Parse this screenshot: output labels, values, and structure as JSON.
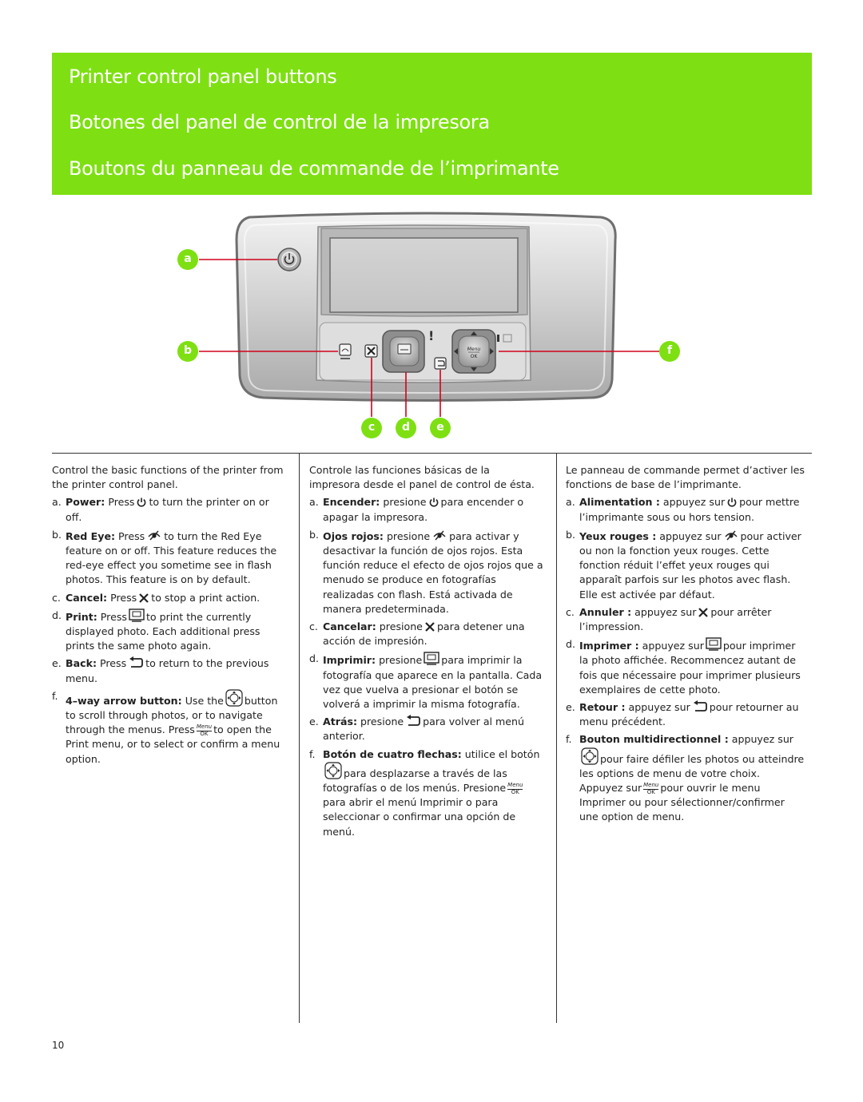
{
  "header": {
    "title_en": "Printer control panel buttons",
    "title_es": "Botones del panel de control de la impresora",
    "title_fr": "Boutons du panneau de commande de l’imprimante"
  },
  "callouts": [
    "a",
    "b",
    "c",
    "d",
    "e",
    "f"
  ],
  "panel": {
    "menu_label": "Menu",
    "ok_label": "OK"
  },
  "colors": {
    "accent_green": "#7ee012",
    "callout_line_red": "#d0021b"
  },
  "english": {
    "intro": "Control the basic functions of the printer from the printer control panel.",
    "items": [
      {
        "letter": "a.",
        "term": "Power:",
        "pre": "Press",
        "icon": "power-icon",
        "post": "to turn the printer on or off."
      },
      {
        "letter": "b.",
        "term": "Red Eye:",
        "pre": "Press",
        "icon": "red-eye-icon",
        "post": "to turn the Red Eye feature on or off. This feature reduces the red-eye effect you sometime see in flash photos. This feature is on by default."
      },
      {
        "letter": "c.",
        "term": "Cancel:",
        "pre": "Press",
        "icon": "cancel-x-icon",
        "post": "to stop a print action."
      },
      {
        "letter": "d.",
        "term": "Print:",
        "pre": "Press",
        "icon": "print-icon",
        "post": "to print the currently displayed photo. Each additional press prints the same photo again."
      },
      {
        "letter": "e.",
        "term": "Back:",
        "pre": "Press",
        "icon": "back-arrow-icon",
        "post": "to return to the previous menu."
      },
      {
        "letter": "f.",
        "term": "4–way arrow button:",
        "pre": "Use the",
        "icon": "four-way-arrow-icon",
        "mid": "button to scroll through photos, or to navigate through the menus. Press",
        "post": "to open the Print menu, or to select or confirm a menu option."
      }
    ]
  },
  "spanish": {
    "intro": "Controle las funciones básicas de la impresora desde el panel de control de ésta.",
    "items": [
      {
        "letter": "a.",
        "term": "Encender:",
        "pre": "presione",
        "icon": "power-icon",
        "post": "para encender o apagar la impresora."
      },
      {
        "letter": "b.",
        "term": "Ojos rojos:",
        "pre": "presione",
        "icon": "red-eye-icon",
        "post": "para activar y desactivar la función de ojos rojos. Esta función reduce el efecto de ojos rojos que a menudo se produce en fotografías realizadas con flash. Está activada de manera predeterminada."
      },
      {
        "letter": "c.",
        "term": "Cancelar:",
        "pre": "presione",
        "icon": "cancel-x-icon",
        "post": "para detener una acción de impresión."
      },
      {
        "letter": "d.",
        "term": "Imprimir:",
        "pre": "presione",
        "icon": "print-icon",
        "post": "para imprimir la fotografía que aparece en la pantalla. Cada vez que vuelva a presionar el botón se volverá a imprimir la misma fotografía."
      },
      {
        "letter": "e.",
        "term": "Atrás:",
        "pre": "presione",
        "icon": "back-arrow-icon",
        "post": "para volver al menú anterior."
      },
      {
        "letter": "f.",
        "term": "Botón de cuatro flechas:",
        "pre": "utilice el botón",
        "icon": "four-way-arrow-icon",
        "mid": "para desplazarse a través de las fotografías o de los menús. Presione",
        "post": "para abrir el menú Imprimir o para seleccionar o confirmar una opción de menú."
      }
    ]
  },
  "french": {
    "intro": "Le panneau de commande permet d’activer les fonctions de base de l’imprimante.",
    "items": [
      {
        "letter": "a.",
        "term": "Alimentation :",
        "pre": "appuyez sur",
        "icon": "power-icon",
        "post": "pour mettre l’imprimante sous ou hors tension."
      },
      {
        "letter": "b.",
        "term": "Yeux rouges :",
        "pre": "appuyez sur",
        "icon": "red-eye-icon",
        "post": "pour activer ou non la fonction yeux rouges. Cette fonction réduit l’effet yeux rouges qui apparaît parfois sur les photos avec flash. Elle est activée par défaut."
      },
      {
        "letter": "c.",
        "term": "Annuler :",
        "pre": "appuyez sur",
        "icon": "cancel-x-icon",
        "post": "pour arrêter l’impression."
      },
      {
        "letter": "d.",
        "term": "Imprimer :",
        "pre": "appuyez sur",
        "icon": "print-icon",
        "post": "pour imprimer la photo affichée. Recommencez autant de fois que nécessaire pour imprimer plusieurs exemplaires de cette photo."
      },
      {
        "letter": "e.",
        "term": "Retour :",
        "pre": "appuyez sur",
        "icon": "back-arrow-icon",
        "post": "pour retourner au menu précédent."
      },
      {
        "letter": "f.",
        "term": "Bouton multidirectionnel :",
        "pre": "appuyez sur",
        "icon": "four-way-arrow-icon",
        "mid": "pour faire défiler les photos ou atteindre les options de menu de votre choix. Appuyez sur",
        "post": "pour ouvrir le menu Imprimer ou pour sélectionner/confirmer une option de menu."
      }
    ]
  },
  "page_number": "10"
}
